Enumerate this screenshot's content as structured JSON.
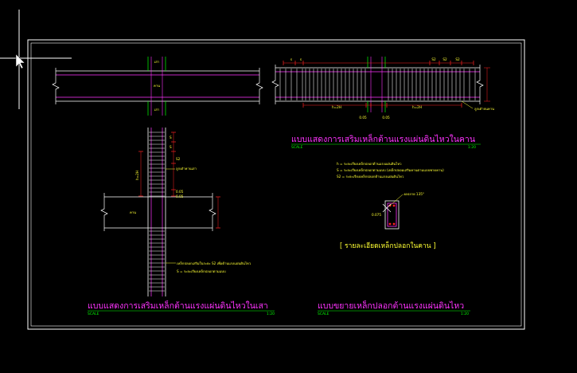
{
  "colors": {
    "background": "#000000",
    "frame": "#ffffff",
    "beam_outline": "#ffffff",
    "rebar": "#ff33ff",
    "stirrup": "#ffffff",
    "dimension": "#ff2222",
    "column_hatch": "#00ff00",
    "title_text": "#ff33ff",
    "scale_text": "#00ff00",
    "note_text": "#ffff33"
  },
  "drawing1": {
    "title": "แบบแสดงการเสริมเหล็กต้านแรงแผ่นดินไหวในคาน",
    "scale_label": "SCALE",
    "scale_value": "1:20",
    "beam_label": "คาน",
    "column_label_top": "เสา",
    "column_label_bottom": "เสา",
    "dim_labels": [
      "s",
      "s",
      "S2",
      "S2",
      "S2"
    ],
    "spacing_label_left": "h=2H",
    "spacing_label_right": "h=2H",
    "cover_labels": [
      "0.05",
      "0.05"
    ],
    "callout": "ลูกเต๋าจนคาน"
  },
  "drawing2": {
    "title": "แบบแสดงการเสริมเหล็กต้านแรงแผ่นดินไหวในเสา",
    "scale_label": "SCALE",
    "scale_value": "1:20",
    "beam_label": "คาน",
    "side_labels": [
      "S",
      "S",
      "S2",
      "0.05",
      "0.05",
      "h=2H"
    ],
    "callout_top": "ลูกเต๋าคานเสา",
    "note_line1": "เหล็กปลอกเสริมในระยะ S2 เพื่อต้านแรงแผ่นดินไหว",
    "note_line2": "S = ระยะเรียงเหล็กปลอกตามแบบ"
  },
  "legend": {
    "line1": "h = ระยะเรียงเหล็กปลอกต้านแรงแผ่นดินไหว",
    "line2": "S = ระยะเรียงเหล็กปลอกตามแบบ (เหล็กปลอมเสริมคานตามแบบพาดคาน)",
    "line3": "S2 = ระยะเรียงเหล็กปลอกต้านแรงแผ่นดินไหว"
  },
  "drawing3": {
    "hook_label": "งอปลาย 135°",
    "dim_label": "0.075",
    "detail_caption": "[ รายละเอียดเหล็กปลอกในคาน ]",
    "title": "แบบขยายเหล็กปลอกต้านแรงแผ่นดินไหว",
    "scale_label": "SCALE",
    "scale_value": "1:20"
  }
}
